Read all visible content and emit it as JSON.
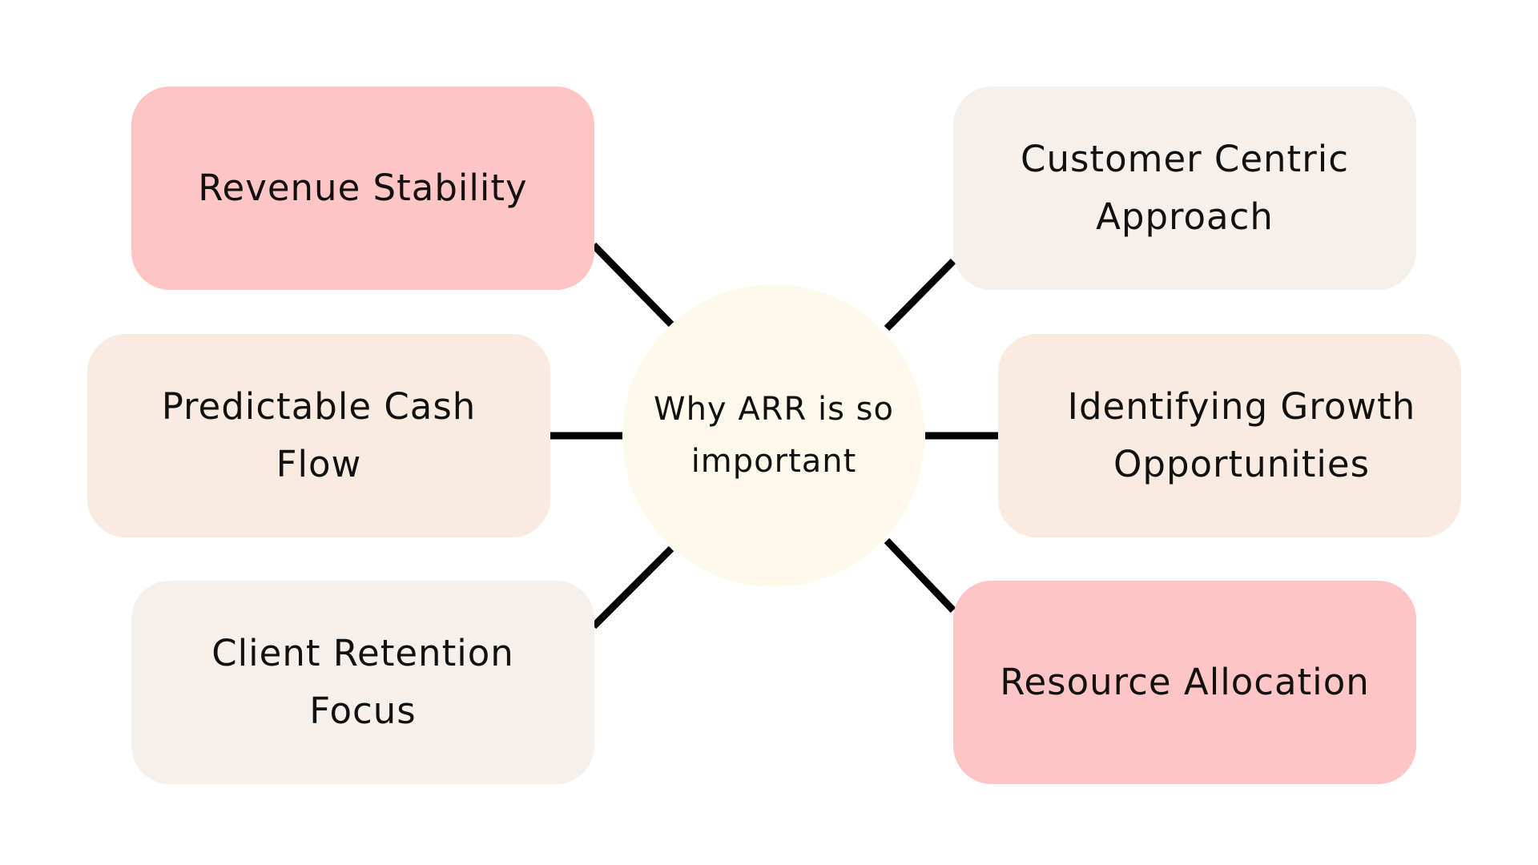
{
  "colors": {
    "background": "#ffffff",
    "pink": "#fec5c4",
    "beige": "#f9ebdf",
    "light_gray": "#f5f0eb",
    "center_fill": "#fefaeb",
    "connector": "#000000"
  },
  "center": {
    "label": "Why ARR is so important"
  },
  "left_boxes": [
    {
      "label": "Revenue Stability",
      "color": "#fec5c4"
    },
    {
      "label": "Predictable Cash Flow",
      "color": "#f9ebdf"
    },
    {
      "label": "Client Retention Focus",
      "color": "#f5f0eb"
    }
  ],
  "right_boxes": [
    {
      "label": "Customer Centric Approach",
      "color": "#f5f0eb"
    },
    {
      "label": "Identifying Growth Opportunities",
      "color": "#f9ebdf"
    },
    {
      "label": "Resource Allocation",
      "color": "#fec5c4"
    }
  ]
}
